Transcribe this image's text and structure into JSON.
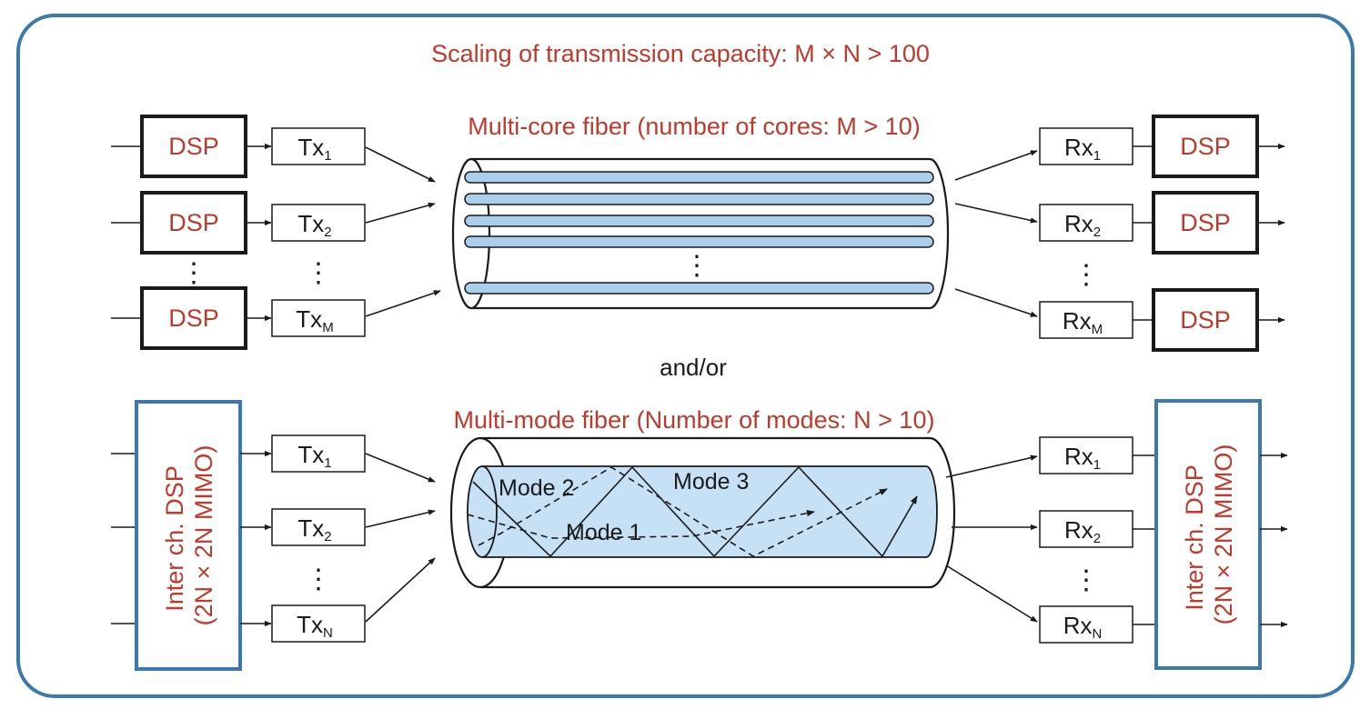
{
  "title": "Scaling of transmission capacity: M × N > 100",
  "colors": {
    "frame": "#3a78ad",
    "accent_text": "#c0392b",
    "core_fill": "#a9cfec",
    "mode_fill": "#c6e1f5",
    "mimo_frame": "#3a78ad"
  },
  "mcf": {
    "label": "Multi-core fiber (number of cores: M > 10)",
    "dsp_label": "DSP",
    "tx": [
      {
        "main": "Tx",
        "sub": "1"
      },
      {
        "main": "Tx",
        "sub": "2"
      },
      {
        "main": "Tx",
        "sub": "M"
      }
    ],
    "rx": [
      {
        "main": "Rx",
        "sub": "1"
      },
      {
        "main": "Rx",
        "sub": "2"
      },
      {
        "main": "Rx",
        "sub": "M"
      }
    ]
  },
  "separator": "and/or",
  "mmf": {
    "label": "Multi-mode fiber (Number of modes: N > 10)",
    "mimo_line1": "Inter ch. DSP",
    "mimo_line2": "(2N × 2N MIMO)",
    "tx": [
      {
        "main": "Tx",
        "sub": "1"
      },
      {
        "main": "Tx",
        "sub": "2"
      },
      {
        "main": "Tx",
        "sub": "N"
      }
    ],
    "rx": [
      {
        "main": "Rx",
        "sub": "1"
      },
      {
        "main": "Rx",
        "sub": "2"
      },
      {
        "main": "Rx",
        "sub": "N"
      }
    ],
    "modes": [
      "Mode 1",
      "Mode 2",
      "Mode 3"
    ]
  }
}
